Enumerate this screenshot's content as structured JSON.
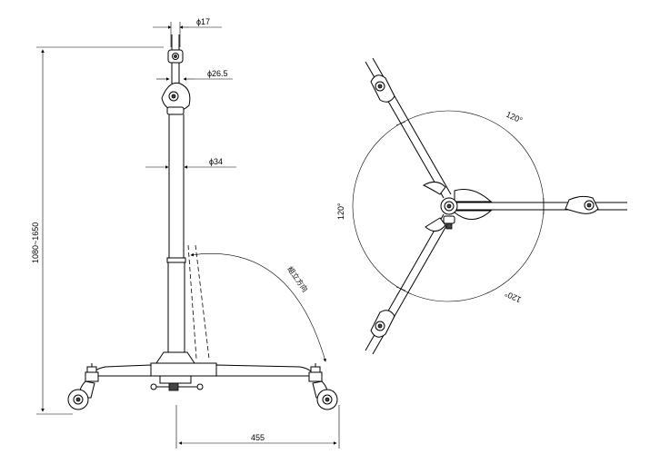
{
  "dimensions": {
    "diameter_top": "ϕ17",
    "diameter_mid": "ϕ26.5",
    "diameter_bottom": "ϕ34",
    "height_range": "1080~1650",
    "base_radius": "455"
  },
  "annotations": {
    "fold_direction": "組立方向"
  },
  "angles": {
    "top_right": "120°",
    "left": "120°",
    "bottom_right": "120°"
  },
  "colors": {
    "line": "#000000",
    "background": "#ffffff"
  }
}
